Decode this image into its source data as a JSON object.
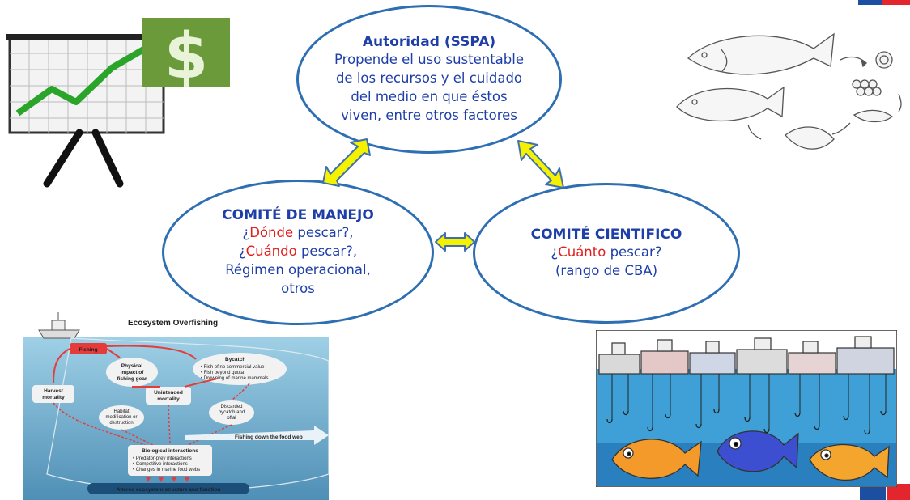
{
  "autoridad": {
    "title": "Autoridad (SSPA)",
    "lines": [
      "Propende el uso sustentable",
      "de los recursos y el cuidado",
      "del medio en que éstos",
      "viven, entre otros factores"
    ]
  },
  "manejo": {
    "title": "COMITÉ DE MANEJO",
    "line1_pre": "¿",
    "line1_red": "Dónde",
    "line1_post": " pescar?,",
    "line2_pre": "¿",
    "line2_red": "Cuándo",
    "line2_post": " pescar?,",
    "line3": "Régimen operacional,",
    "line4": "otros"
  },
  "cientifico": {
    "title": "COMITÉ CIENTIFICO",
    "line1_pre": "¿",
    "line1_red": "Cuánto",
    "line1_post": " pescar?",
    "line2": "(rango de CBA)"
  },
  "overfishing": {
    "title": "Ecosystem Overfishing",
    "fishing": "Fishing",
    "physical": [
      "Physical",
      "impact of",
      "fishing gear"
    ],
    "bycatch": "Bycatch",
    "bycatch_items": [
      "• Fish of no commercial value",
      "• Fish beyond quota",
      "• Drowning of marine mammals"
    ],
    "harvest": [
      "Harvest",
      "mortality"
    ],
    "unintended": [
      "Unintended",
      "mortality"
    ],
    "habitat": [
      "Habitat",
      "modification or",
      "destruction"
    ],
    "discarded": [
      "Discarded",
      "bycatch and",
      "offal"
    ],
    "food_web": "Fishing down the food web",
    "bio_title": "Biological interactions",
    "bio_items": [
      "• Predator-prey interactions",
      "• Competitive interactions",
      "• Changes in marine food webs"
    ],
    "altered": "Altered ecosystem structure and function"
  },
  "colors": {
    "ellipse_border": "#2e6fb3",
    "arrow_fill": "#f4f200",
    "arrow_stroke": "#3f6fb0",
    "accent_red": "#e21e1e",
    "text_blue": "#1f3fa8",
    "money_green": "#6a9a3a"
  },
  "icons": [
    "growth-chart-dollar-icon",
    "fish-lifecycle-icon",
    "ecosystem-overfishing-diagram",
    "fishing-fleet-cartoon",
    "corner-flag-icon"
  ]
}
